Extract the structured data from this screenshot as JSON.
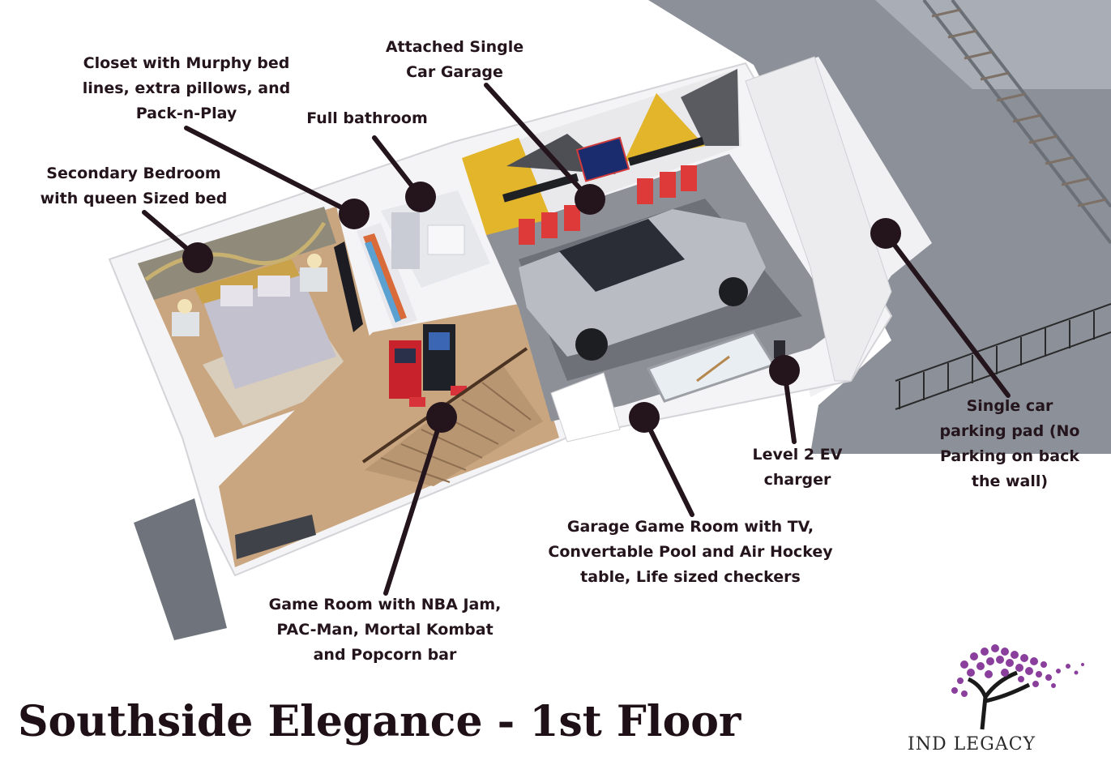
{
  "title": "Southside Elegance - 1st Floor",
  "brand": {
    "name": "IND LEGACY",
    "logo_icon": "purple-tree-logo",
    "logo_color": "#8a3f9c"
  },
  "callout_color": "#24141c",
  "callouts": [
    {
      "id": "closet",
      "lines": [
        "Closet with Murphy bed",
        "lines, extra pillows, and",
        "Pack-n-Play"
      ]
    },
    {
      "id": "garage",
      "lines": [
        "Attached Single",
        "Car Garage"
      ]
    },
    {
      "id": "bathroom",
      "lines": [
        "Full bathroom"
      ]
    },
    {
      "id": "bedroom",
      "lines": [
        "Secondary Bedroom",
        "with queen Sized bed"
      ]
    },
    {
      "id": "parking",
      "lines": [
        "Single car",
        "parking pad (No",
        "Parking on back",
        "the wall)"
      ]
    },
    {
      "id": "ev-charger",
      "lines": [
        "Level 2 EV",
        "charger"
      ]
    },
    {
      "id": "garage-game-room",
      "lines": [
        "Garage Game Room with TV,",
        "Convertable Pool and Air Hockey",
        "table, Life sized checkers"
      ]
    },
    {
      "id": "game-room",
      "lines": [
        "Game Room with NBA Jam,",
        "PAC-Man, Mortal Kombat",
        "and Popcorn bar"
      ]
    }
  ]
}
